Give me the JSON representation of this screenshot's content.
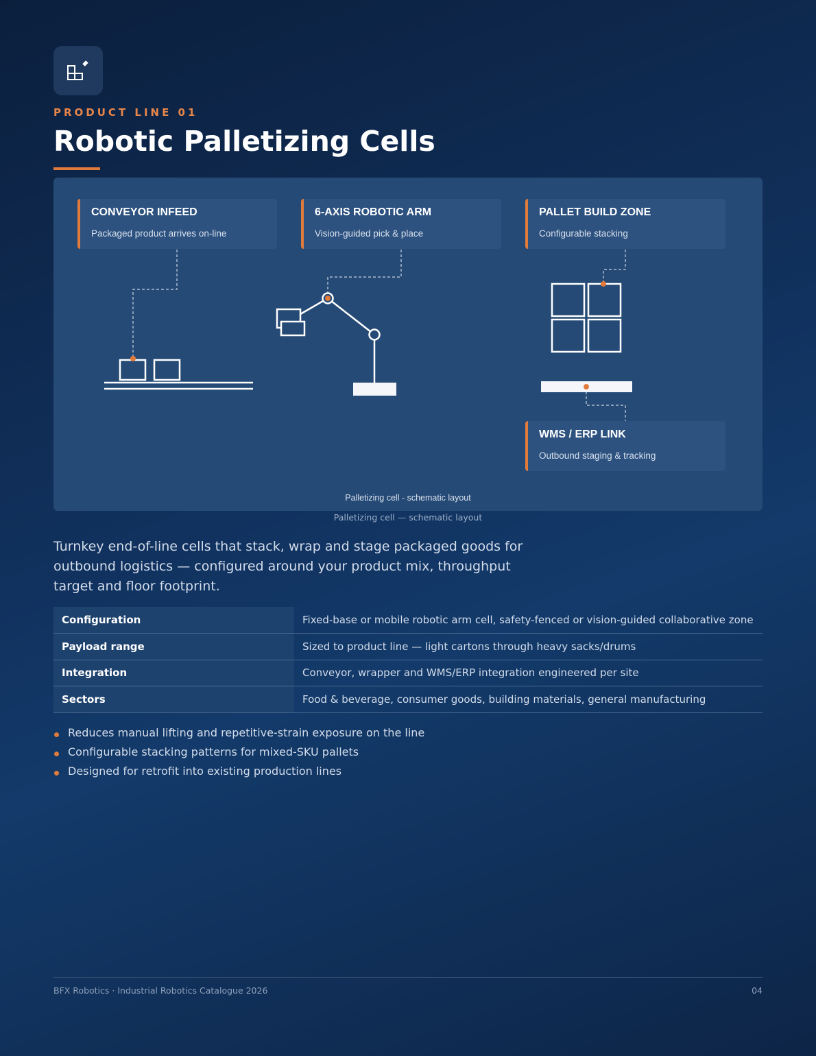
{
  "header": {
    "logo_icon": "stacked-boxes-icon",
    "eyebrow": "PRODUCT LINE 01",
    "title": "Robotic Palletizing Cells"
  },
  "diagram": {
    "cards": [
      {
        "title": "CONVEYOR INFEED",
        "subtitle": "Packaged product arrives on-line"
      },
      {
        "title": "6-AXIS ROBOTIC ARM",
        "subtitle": "Vision-guided pick & place"
      },
      {
        "title": "PALLET BUILD ZONE",
        "subtitle": "Configurable stacking"
      },
      {
        "title": "WMS / ERP LINK",
        "subtitle": "Outbound staging & tracking"
      }
    ],
    "panel_caption": "Palletizing cell - schematic layout",
    "figure_caption": "Palletizing cell — schematic layout"
  },
  "intro": "Turnkey end-of-line cells that stack, wrap and stage packaged goods for outbound logistics — configured around your product mix, throughput target and floor footprint.",
  "specs": [
    {
      "label": "Configuration",
      "value": "Fixed-base or mobile robotic arm cell, safety-fenced or vision-guided collaborative zone"
    },
    {
      "label": "Payload range",
      "value": "Sized to product line — light cartons through heavy sacks/drums"
    },
    {
      "label": "Integration",
      "value": "Conveyor, wrapper and WMS/ERP integration engineered per site"
    },
    {
      "label": "Sectors",
      "value": "Food & beverage, consumer goods, building materials, general manufacturing"
    }
  ],
  "bullets": [
    "Reduces manual lifting and repetitive-strain exposure on the line",
    "Configurable stacking patterns for mixed-SKU pallets",
    "Designed for retrofit into existing production lines"
  ],
  "footer": {
    "left": "BFX Robotics · Industrial Robotics Catalogue 2026",
    "page": "04"
  },
  "colors": {
    "accent": "#e07b3c",
    "background": "#11325f",
    "panel": "#264a76"
  }
}
